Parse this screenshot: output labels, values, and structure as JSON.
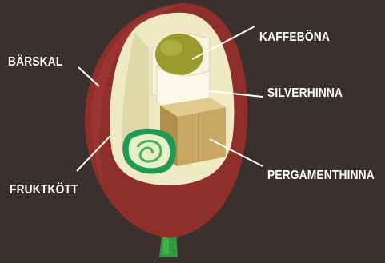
{
  "labels": {
    "berry_skin": "BÄRSKAL",
    "pulp": "FRUKTKÖTT",
    "coffee_bean": "KAFFEBÖNA",
    "silver_skin": "SILVERHINNA",
    "parchment": "PERGAMENTHINNA"
  },
  "colors": {
    "background": "#3a302e",
    "berry_skin": "#8e2f2c",
    "pulp": "#efe9c4",
    "bean": "#9a9a2e",
    "silver_skin": "#f6f2de",
    "parchment": "#c9a863",
    "stem": "#2f9a3c",
    "leader_line": "#ffffff"
  }
}
